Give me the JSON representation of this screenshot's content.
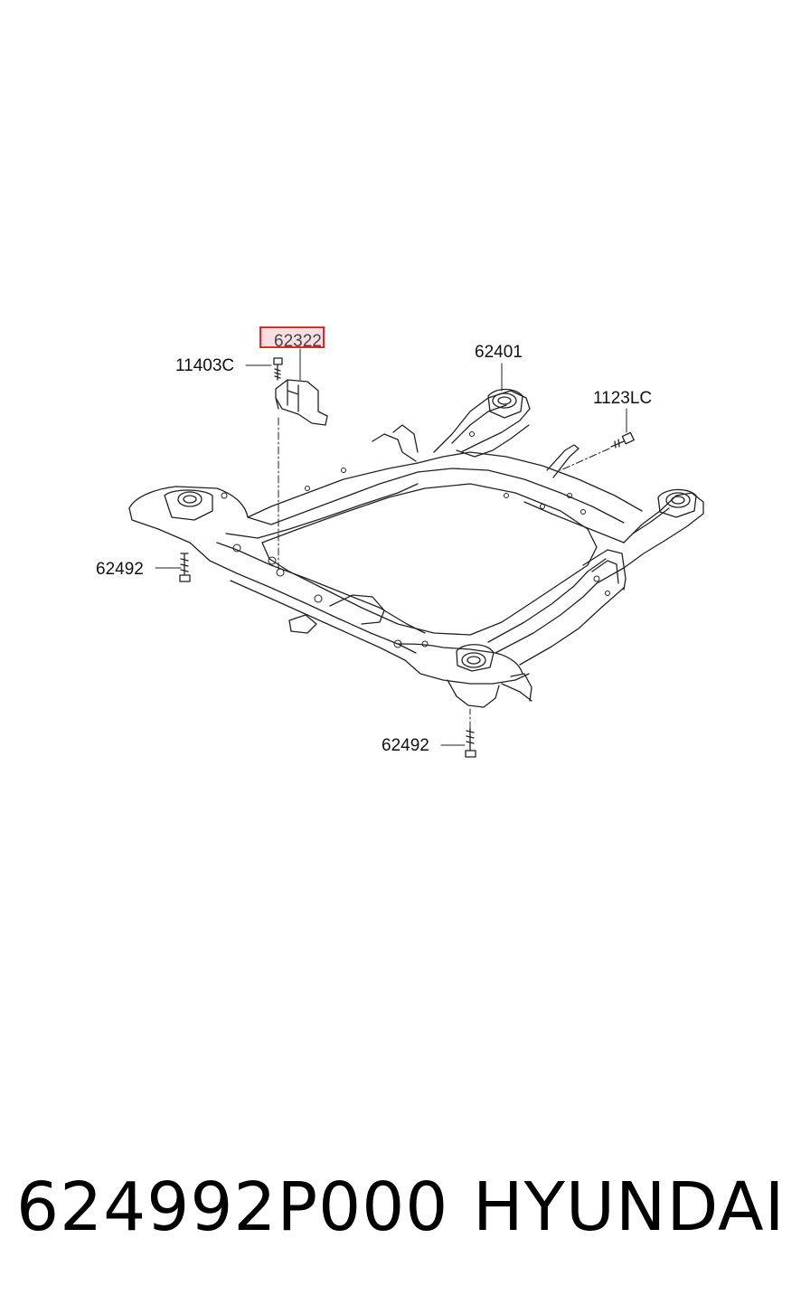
{
  "callouts": {
    "insulator": "62322",
    "bolt_insulator": "11403C",
    "crossmember": "62401",
    "bolt_right": "1123LC",
    "bolt_front_left": "62492",
    "bolt_front_center": "62492"
  },
  "highlight": {
    "target": "62322",
    "color": "#e0262e"
  },
  "footer": {
    "part_number": "624992P000",
    "brand": "HYUNDAI"
  }
}
